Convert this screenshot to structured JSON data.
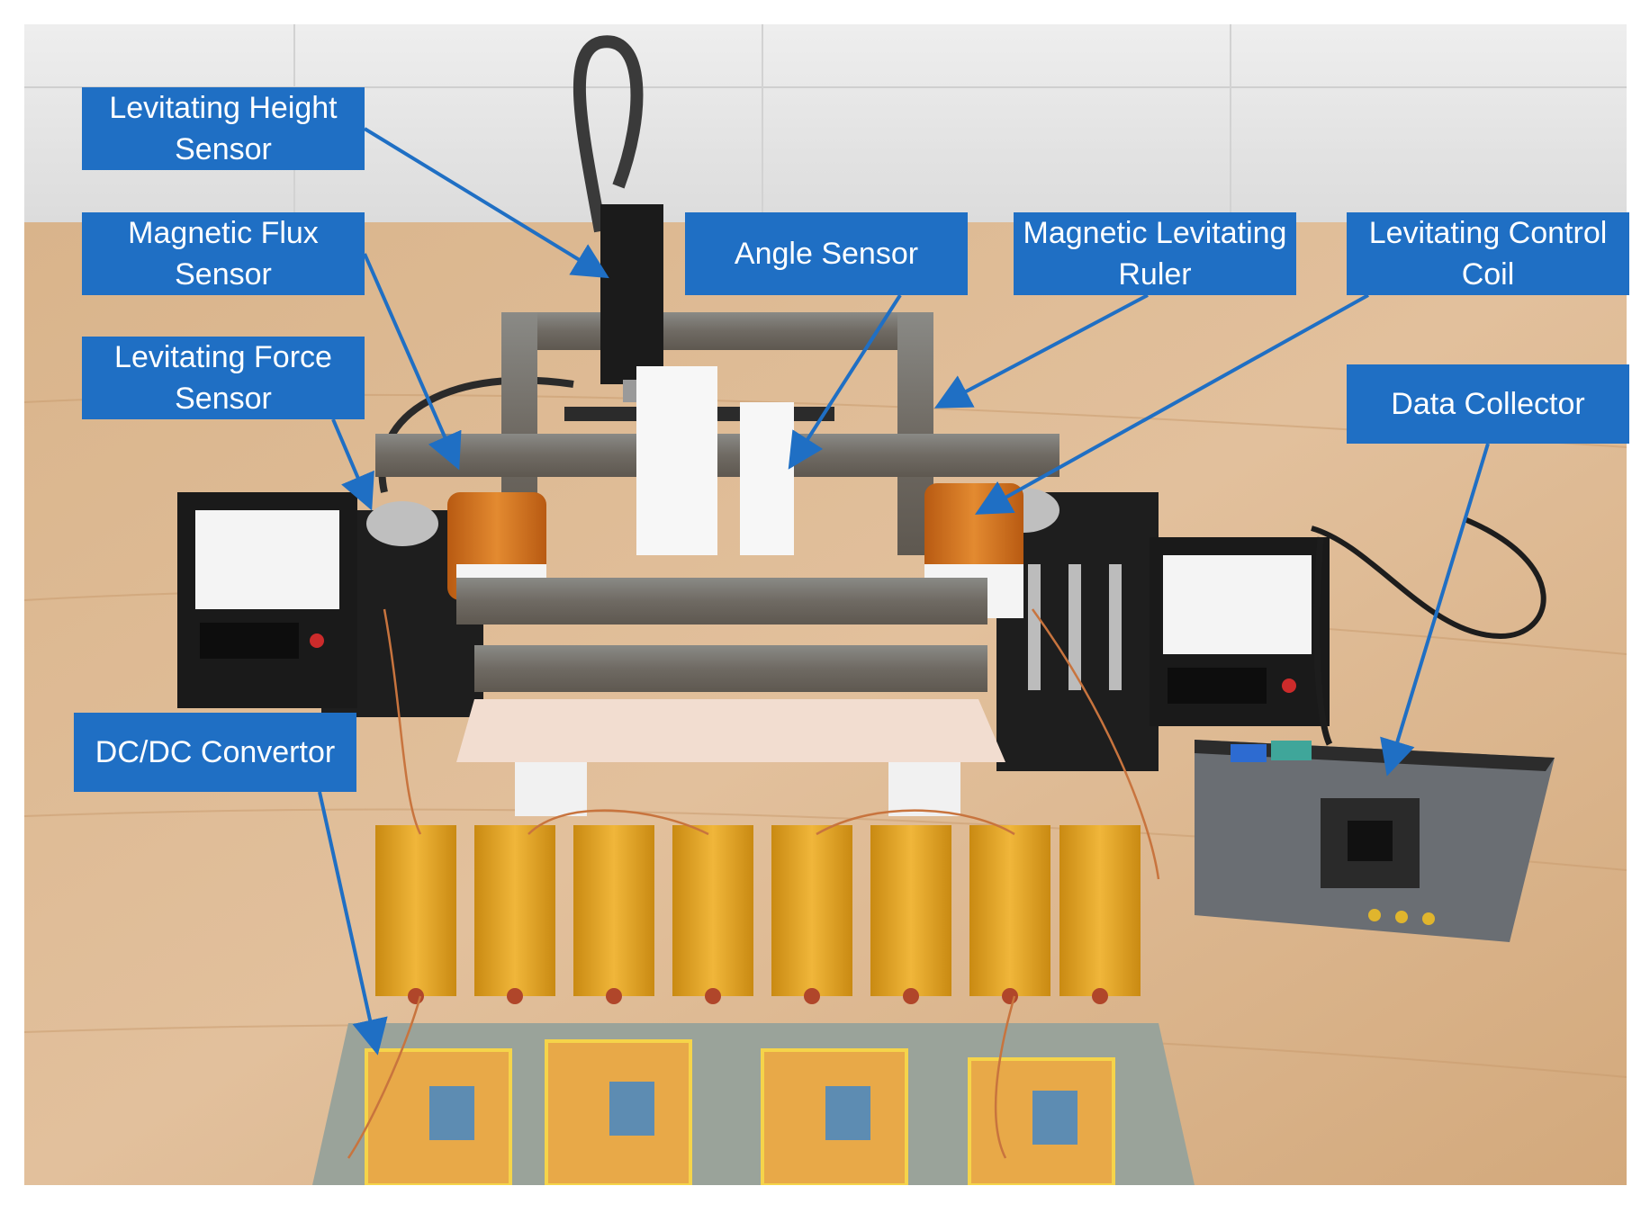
{
  "figure": {
    "labels": {
      "levitating_height_sensor": "Levitating Height Sensor",
      "magnetic_flux_sensor": "Magnetic Flux Sensor",
      "levitating_force_sensor": "Levitating Force Sensor",
      "angle_sensor": "Angle Sensor",
      "magnetic_levitating_ruler": "Magnetic Levitating Ruler",
      "levitating_control_coil": "Levitating Control Coil",
      "data_collector": "Data Collector",
      "dc_dc_convertor": "DC/DC Convertor"
    },
    "colors": {
      "label_fill": "#1f6fc4",
      "label_text": "#ffffff",
      "arrow": "#1f6fc4"
    }
  }
}
